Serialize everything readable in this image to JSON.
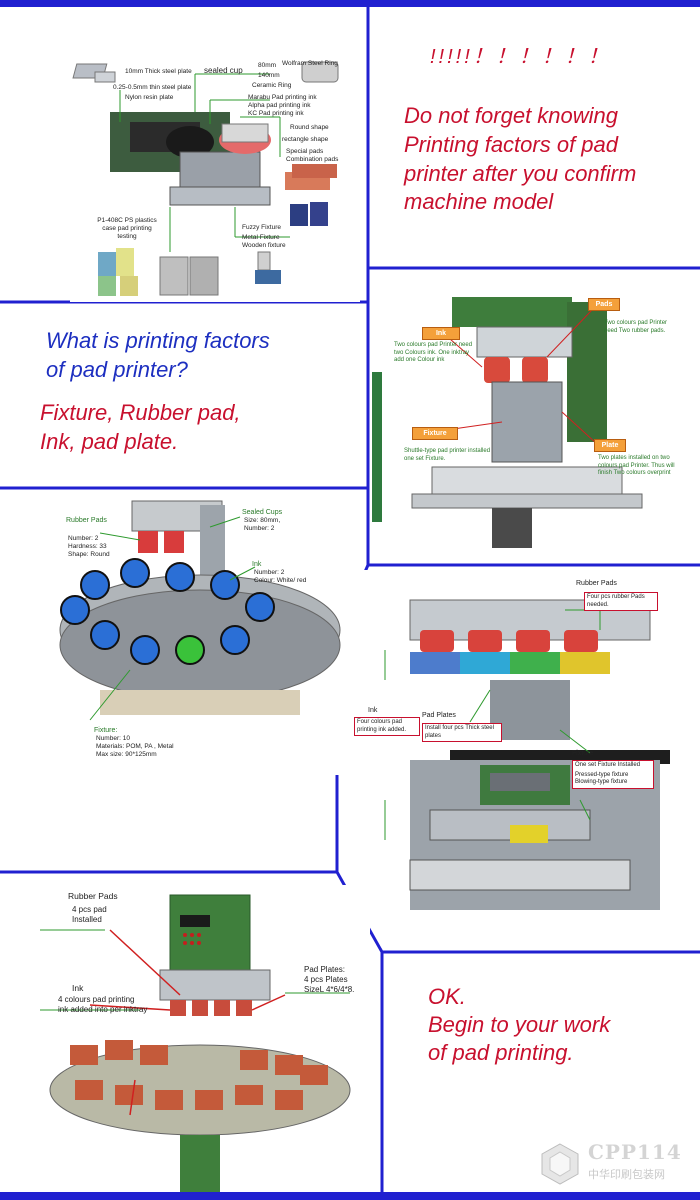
{
  "panel_1": {
    "labels": {
      "steel_plate": "10mm Thick steel plate",
      "thin_steel_plate": "0.25-0.5mm thin steel plate",
      "nylon_plate": "Nylon resin plate",
      "size_80": "80mm",
      "sealed_cup": "sealed cup",
      "size_140": "140mm",
      "wolfram_ring": "Wolfram Steel Ring",
      "ceramic_ring": "Ceramic Ring",
      "marabu_ink": "Marabu Pad printing ink",
      "alpha_ink": "Alpha pad printing ink",
      "kc_ink": "KC Pad printing ink",
      "round_shape": "Round shape",
      "rectangle_shape": "rectangle shape",
      "special_pads": "Special pads",
      "combination_pads": "Combination pads",
      "machine_caption": "P1-408C PS plastics case pad printing testing",
      "fuzzy_fixture": "Fuzzy Fixture",
      "metal_fixture": "Metal Fixture",
      "wooden_fixture": "Wooden fixture"
    }
  },
  "panel_2": {
    "exclaim": "!!!!!！！！！！！",
    "line1": "Do not forget knowing",
    "line2": "Printing factors of pad",
    "line3": "printer after you confirm",
    "line4": "machine model"
  },
  "panel_3": {
    "question1": "What is printing factors",
    "question2": "of  pad printer?",
    "answer1": "Fixture, Rubber pad,",
    "answer2": "Ink, pad plate."
  },
  "panel_4": {
    "ink_tag": "Ink",
    "ink_note": "Two colours pad Printer need two Colours ink. One inktray add one Colour ink",
    "pads_tag": "Pads",
    "pads_note": "Two colours pad Printer need Two rubber pads.",
    "fixture_tag": "Fixture",
    "fixture_note": "Shuttle-type pad printer installed one set Fixture.",
    "plate_tag": "Plate",
    "plate_note": "Two plates installed on two colours pad Printer. Thus will finish Two colours overprint"
  },
  "panel_5": {
    "rubber_pads_title": "Rubber Pads",
    "rubber_pads_detail": [
      "Number: 2",
      "Hardness: 33",
      "Shape: Round"
    ],
    "sealed_cups_title": "Sealed Cups",
    "sealed_cups_detail": [
      "Size: 80mm,",
      "Number: 2"
    ],
    "ink_title": "Ink",
    "ink_detail": [
      "Number: 2",
      "Colour: White/ red"
    ],
    "fixture_title": "Fixture:",
    "fixture_detail": [
      "Number: 10",
      "Materials: POM, PA , Metal",
      "Max size: 90*125mm"
    ]
  },
  "panel_6": {
    "rubber_pads_title": "Rubber Pads",
    "rubber_pads_note": "Four pcs rubber Pads needed.",
    "ink_title": "Ink",
    "ink_note": "Four colours pad printing ink added.",
    "pad_plates_title": "Pad Plates",
    "pad_plates_note": "Install four pcs Thick steel plates",
    "fixture_title": "Fixture",
    "fixture_note": "One set Fixture Installed",
    "fixture_note2": "Pressed-type fixture Blowing-type fixture"
  },
  "panel_7": {
    "rubber_pads_title": "Rubber Pads",
    "rubber_pads_detail": [
      "4 pcs pad",
      "Installed"
    ],
    "ink_title": "Ink",
    "ink_detail": [
      "4 colours pad printing",
      "ink added into per inktray"
    ],
    "pad_plates_detail": [
      "Pad Plates:",
      "4 pcs Plates",
      "SizeL 4*6/4*8."
    ]
  },
  "panel_8": {
    "line1": "OK.",
    "line2": "Begin to your work",
    "line3": "of pad printing."
  },
  "watermark": {
    "brand": "CPP114",
    "chinese": "中华印刷包装网"
  },
  "colors": {
    "frame_blue": "#2020d0",
    "text_red": "#c8102e",
    "text_blue": "#1d2fc0",
    "callout_green": "#2e9a2e",
    "tag_orange": "#f4a03a"
  }
}
